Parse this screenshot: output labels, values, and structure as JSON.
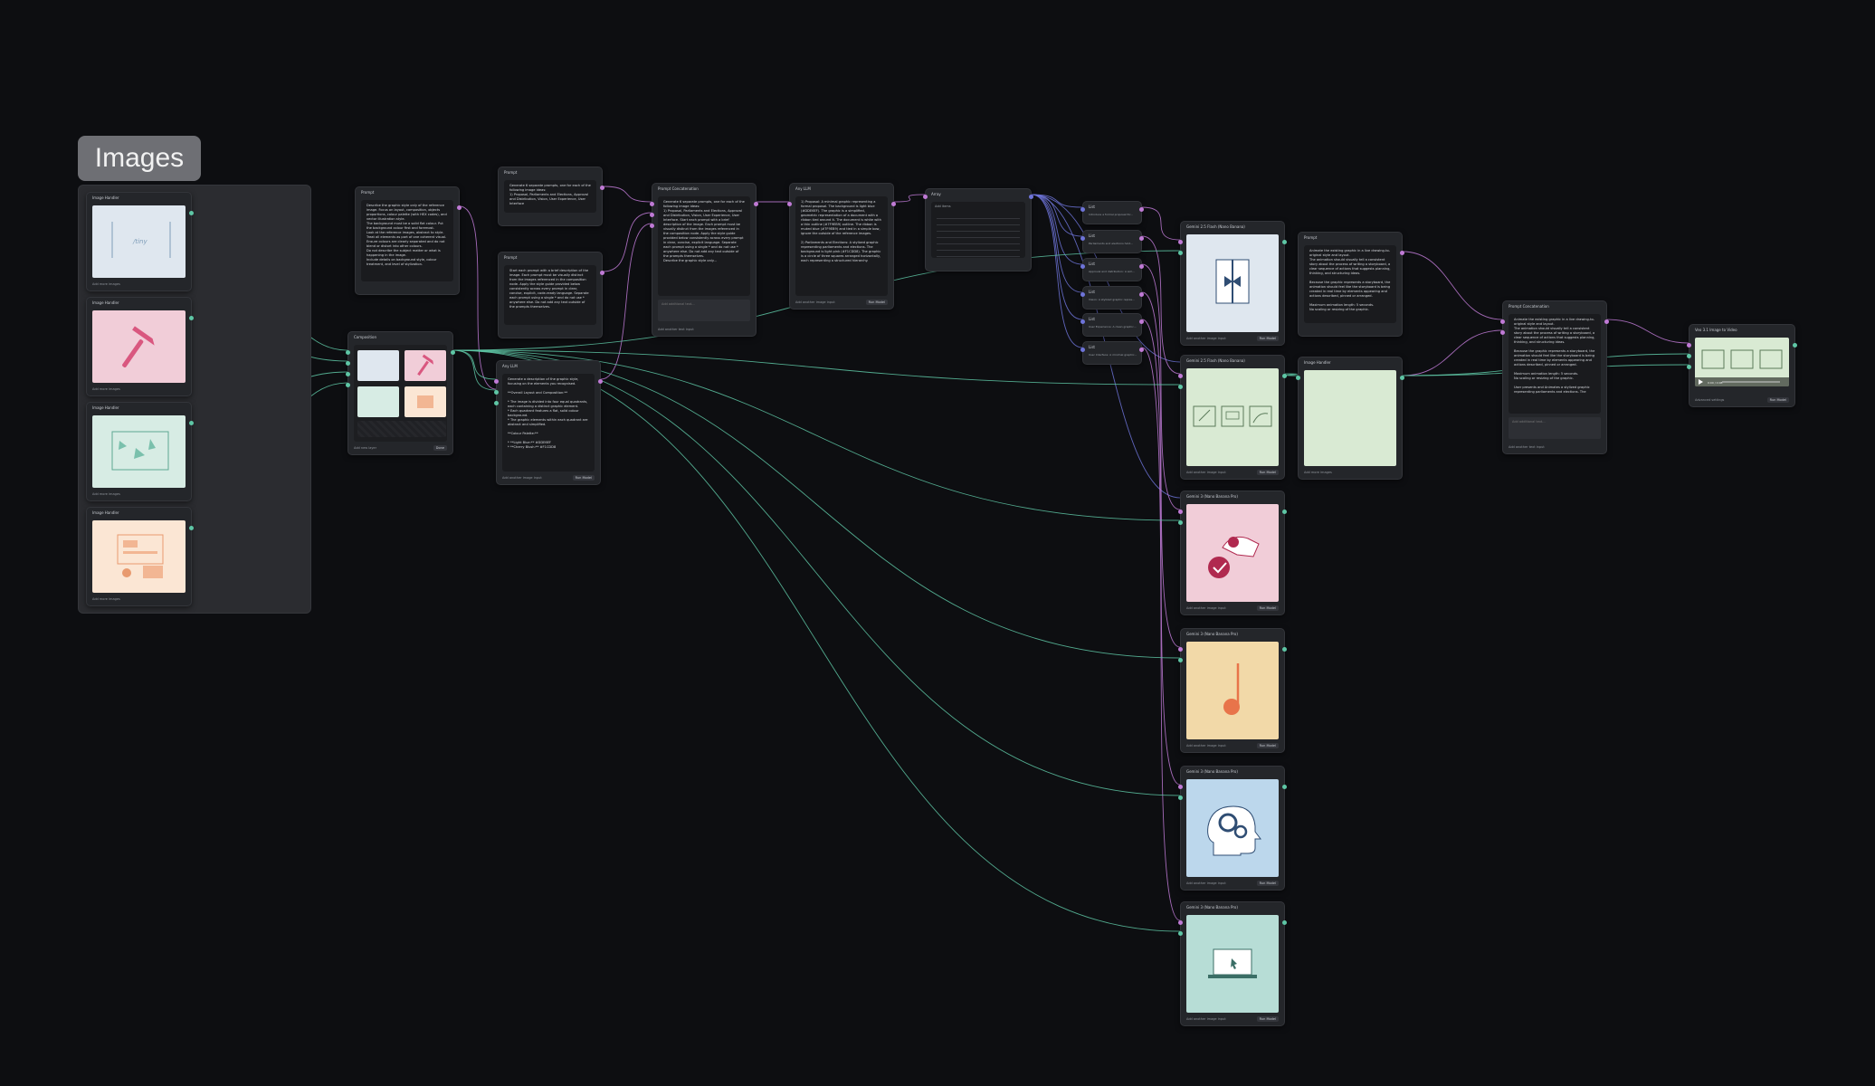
{
  "group": {
    "title": "Images"
  },
  "colors": {
    "canvas": "#0d0e11",
    "wire_image": "#5ec6a5",
    "wire_text": "#c07ad6",
    "wire_list": "#6e74d9"
  },
  "image_nodes": [
    {
      "title": "Image Handler",
      "footer": "Add more images",
      "bg": "#dfe7ef"
    },
    {
      "title": "Image Handler",
      "footer": "Add more images",
      "bg": "#f1cdd8"
    },
    {
      "title": "Image Handler",
      "footer": "Add more images",
      "bg": "#d7ece4"
    },
    {
      "title": "Image Handler",
      "footer": "Add more images",
      "bg": "#fbe6d4"
    }
  ],
  "composition": {
    "title": "Composition",
    "footer": "Add new layer",
    "button": "Done"
  },
  "prompt1": {
    "title": "Prompt",
    "text": "Describe the graphic style only of the reference image. Focus on layout, composition, objects proportions, colour palette (with HEX codes), and vector illustration style.\nThe background must be a solid flat colour. Put the background colour first and foremost.\nLook at the reference images, abstract to style.\nTreat all elements as part of one coherent visual.\nEnsure colours are clearly separated and do not blend or distort into other colours.\nDo not describe the subject matter or what is happening in the image.\nInclude details on background style, colour treatment, and level of stylization."
  },
  "prompt2": {
    "title": "Prompt",
    "text": "Generate 6 separate prompts, one for each of the following image ideas:\n1) Proposal, Parliaments and Elections, Approval and Distribution, Vision, User Experience, User Interface"
  },
  "prompt3": {
    "title": "Prompt",
    "text": "Start each prompt with a brief description of the image. Each prompt must be visually distinct from the images referenced in the composition node. Apply the style guide provided below consistently across every prompt in clear, concise, explicit, code-ready language. Separate each prompt using a single * and do not use * anywhere else. Do not add any text outside of the prompts themselves."
  },
  "anyllm_mid": {
    "title": "Any LLM",
    "text": "Generate a description of the graphic style, focusing on the elements you recognised.\n\n**Overall Layout and Composition:**\n\n* The image is divided into four equal quadrants, each containing a distinct graphic element.\n* Each quadrant features a flat, solid colour background.\n* The graphic elements within each quadrant are abstract and simplified.\n\n**Colour Palette:**\n\n* **Light Blue:** #DDE6EF\n* **Cherry Blush:** #F1CDD8",
    "footer": "Add another image input",
    "button": "Run Model"
  },
  "prompt_concat1": {
    "title": "Prompt Concatenation",
    "text": "Generate 6 separate prompts, one for each of the following image ideas:\n1) Proposal, Parliaments and Elections, Approval and Distribution, Vision, User Experience, User Interface. Start each prompt with a brief description of the image. Each prompt must be visually distinct from the images referenced in the composition node. Apply the style guide provided below consistently across every prompt in clear, concise, explicit language. Separate each prompt using a single * and do not use * anywhere else. Do not add any text outside of the prompts themselves.\nDescribe the graphic style only...",
    "input_placeholder": "Add additional text...",
    "footer": "Add another text input"
  },
  "anyllm_main": {
    "title": "Any LLM",
    "text": "1) Proposal: A minimal graphic representing a formal proposal. The background is light blue (#DDE6EF). The graphic is a simplified, geometric representation of a document with a ribbon tied around it. The document is white with a thin outline (#7F9EB9) outline. The ribbon is muted blue (#7F9EB9) and tied in a simple bow, ignore the outside of the reference images.\n\n2) Parliaments and Elections: A stylized graphic representing parliaments and elections. The background is light pink (#F1CDD8). The graphic is a circle of three squares arranged horizontally, each representing a structured hierarchy.",
    "footer": "Add another image input",
    "button": "Run Model"
  },
  "array_node": {
    "title": "Array",
    "selector": "Add items",
    "rows": 9
  },
  "list_nodes": [
    {
      "title": "List",
      "text": "Introduce a formal proposal for..."
    },
    {
      "title": "List",
      "text": "Parliaments and elections hold..."
    },
    {
      "title": "List",
      "text": "Approval and distribution: A sim..."
    },
    {
      "title": "List",
      "text": "Vision: A stylized graphic repres..."
    },
    {
      "title": "List",
      "text": "User Experience: A clean graphic..."
    },
    {
      "title": "List",
      "text": "User Interface: A minimal graphic..."
    }
  ],
  "gen_nodes": [
    {
      "title": "Gemini 2.5 Flash (Nano Banana)",
      "footer": "Add another image input",
      "button": "Run Model",
      "bg": "#dfe7ef"
    },
    {
      "title": "Gemini 2.5 Flash (Nano Banana)",
      "footer": "Add another image input",
      "button": "Run Model",
      "bg": "#d9ead3"
    },
    {
      "title": "Gemini 3 (Nano Banana Pro)",
      "footer": "Add another image input",
      "button": "Run Model",
      "bg": "#f1cdd8"
    },
    {
      "title": "Gemini 3 (Nano Banana Pro)",
      "footer": "Add another image input",
      "button": "Run Model",
      "bg": "#f2d9a8"
    },
    {
      "title": "Gemini 3 (Nano Banana Pro)",
      "footer": "Add another image input",
      "button": "Run Model",
      "bg": "#bcd7ec"
    },
    {
      "title": "Gemini 3 (Nano Banana Pro)",
      "footer": "Add another image input",
      "button": "Run Model",
      "bg": "#b7ddd6"
    }
  ],
  "prompt_right": {
    "title": "Prompt",
    "text": "Animate the existing graphic in a live drawing-to-original style and layout.\nThe animation should visually tell a consistent story about the process of writing a storyboard, a clear sequence of actions that suggests planning, thinking, and structuring ideas.\n\nBecause the graphic represents a storyboard, the animation should feel like the storyboard is being created in real time by elements appearing and actions described, pinned or arranged.\n\nMaximum animation length: 5 seconds.\nNo scaling or resizing of the graphic."
  },
  "image_handler_right": {
    "title": "Image Handler",
    "footer": "Add more images",
    "bg": "#d9ead3"
  },
  "prompt_concat2": {
    "title": "Prompt Concatenation",
    "text": "Animate the existing graphic in a live drawing-to-original style and layout.\nThe animation should visually tell a consistent story about the process of writing a storyboard, a clear sequence of actions that suggests planning, thinking, and structuring ideas.\n\nBecause the graphic represents a storyboard, the animation should feel like the storyboard is being created in real time by elements appearing and actions described, pinned or arranged.\n\nMaximum animation length: 5 seconds.\nNo scaling or resizing of the graphic.\n\nUser presents and Animates a stylized graphic representing parliaments and elections. The",
    "input_placeholder": "Add additional text...",
    "footer": "Add another text input"
  },
  "video_node": {
    "title": "Veo 3.1 Image to Video",
    "time": "0:00 / 0:08",
    "footer": "Advanced settings",
    "button": "Run Model",
    "bg": "#d9ead3"
  }
}
